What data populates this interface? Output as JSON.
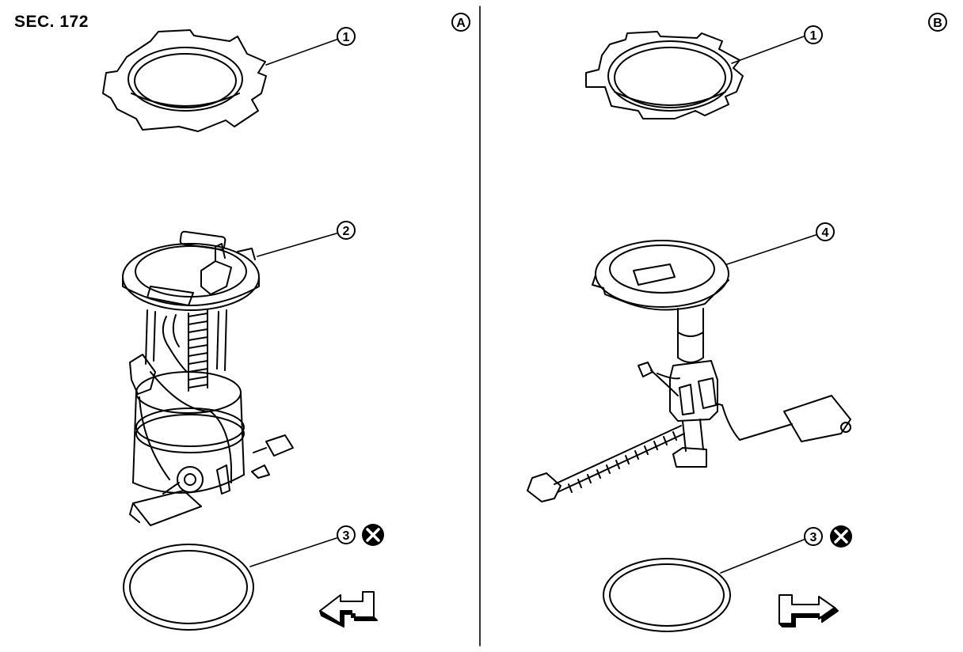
{
  "section_label": "SEC. 172",
  "panels": [
    {
      "id": "A",
      "marker": "A"
    },
    {
      "id": "B",
      "marker": "B"
    }
  ],
  "callouts": {
    "c1": "1",
    "c2": "2",
    "c3": "3",
    "c4": "4"
  }
}
